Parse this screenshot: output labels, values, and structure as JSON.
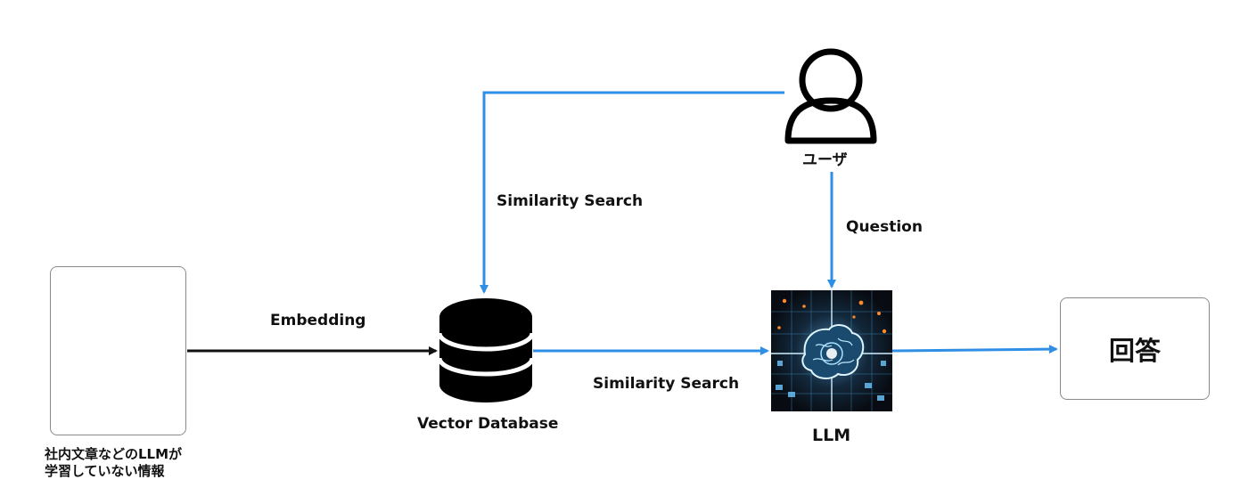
{
  "diagram": {
    "source_caption_line1": "社内文章などのLLMが",
    "source_caption_line2": "学習していない情報",
    "embedding_label": "Embedding",
    "vector_db_label": "Vector Database",
    "similarity_search_top_label": "Similarity Search",
    "similarity_search_bottom_label": "Similarity Search",
    "user_label": "ユーザ",
    "question_label": "Question",
    "llm_label": "LLM",
    "answer_label": "回答"
  },
  "icons": {
    "user": "user-icon",
    "database": "database-icon",
    "llm": "brain-circuit-icon"
  },
  "colors": {
    "arrow_blue": "#2f8fe6",
    "arrow_black": "#111111",
    "database_fill": "#000000",
    "llm_background": "#0d1520",
    "llm_glow": "#6fc8ff",
    "llm_orange": "#ff8a2a"
  }
}
